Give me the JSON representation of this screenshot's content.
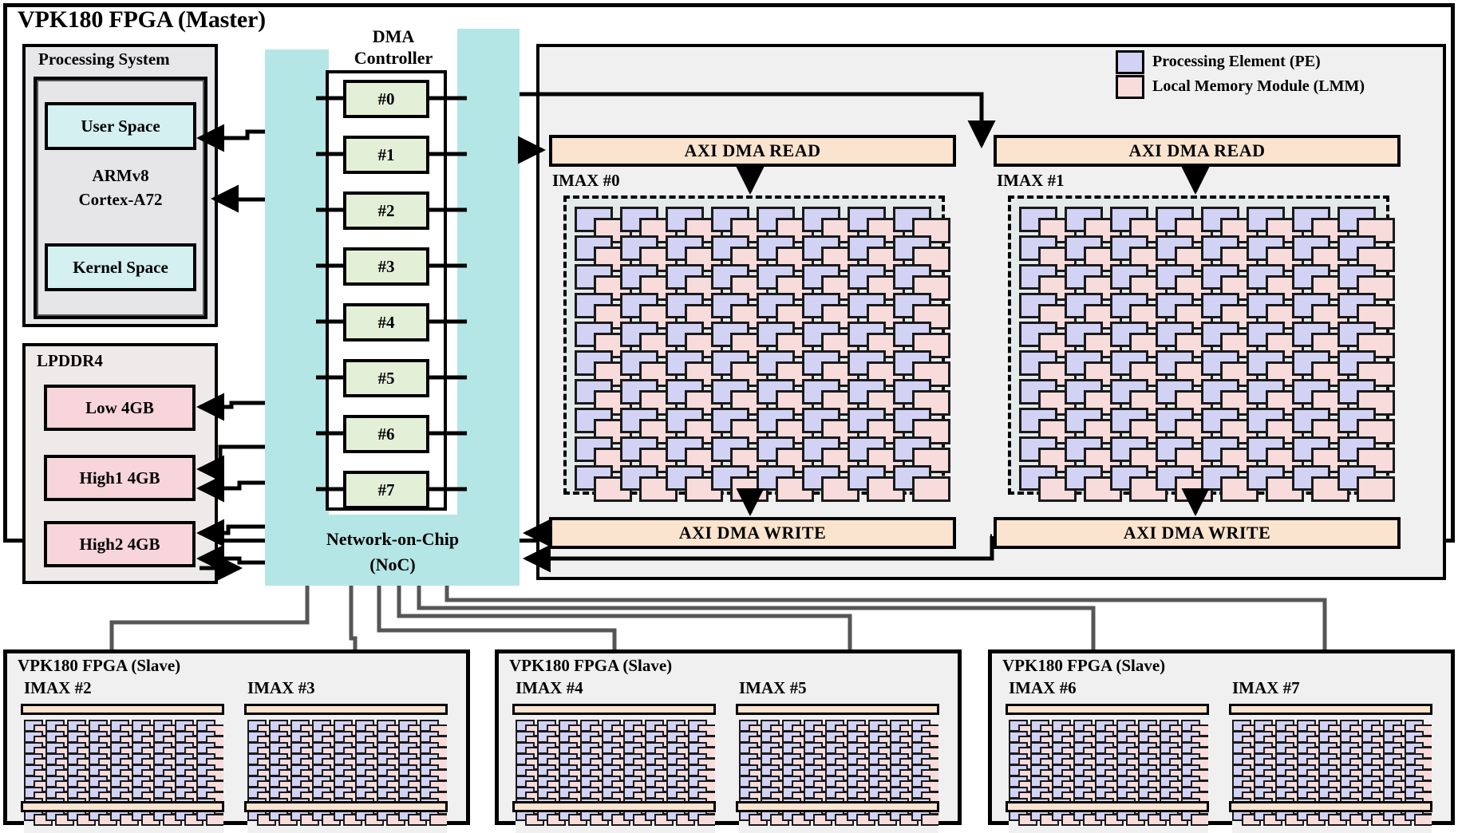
{
  "master": {
    "title": "VPK180 FPGA (Master)",
    "processing_system": {
      "title": "Processing System",
      "user_space": "User Space",
      "cpu_line1": "ARMv8",
      "cpu_line2": "Cortex-A72",
      "kernel_space": "Kernel Space"
    },
    "memory": {
      "title": "LPDDR4",
      "banks": [
        {
          "label": "Low 4GB"
        },
        {
          "label": "High1 4GB"
        },
        {
          "label": "High2 4GB"
        }
      ]
    },
    "dma": {
      "title_line1": "DMA",
      "title_line2": "Controller",
      "channels": [
        "#0",
        "#1",
        "#2",
        "#3",
        "#4",
        "#5",
        "#6",
        "#7"
      ]
    },
    "noc": {
      "label_line1": "Network-on-Chip",
      "label_line2": "(NoC)"
    },
    "legend": [
      {
        "label": "Processing Element (PE)",
        "color": "#d2d2f5"
      },
      {
        "label": "Local Memory Module (LMM)",
        "color": "#f8dcdc"
      }
    ],
    "imax_units": [
      {
        "name": "IMAX #0",
        "dma_read": "AXI DMA READ",
        "dma_write": "AXI DMA WRITE",
        "array": {
          "rows": 10,
          "cols": 8
        }
      },
      {
        "name": "IMAX #1",
        "dma_read": "AXI DMA READ",
        "dma_write": "AXI DMA WRITE",
        "array": {
          "rows": 10,
          "cols": 8
        }
      }
    ]
  },
  "slaves": [
    {
      "title": "VPK180 FPGA (Slave)",
      "units": [
        {
          "name": "IMAX #2",
          "array": {
            "rows": 9,
            "cols": 9
          }
        },
        {
          "name": "IMAX #3",
          "array": {
            "rows": 9,
            "cols": 9
          }
        }
      ]
    },
    {
      "title": "VPK180 FPGA (Slave)",
      "units": [
        {
          "name": "IMAX #4",
          "array": {
            "rows": 9,
            "cols": 9
          }
        },
        {
          "name": "IMAX #5",
          "array": {
            "rows": 9,
            "cols": 9
          }
        }
      ]
    },
    {
      "title": "VPK180 FPGA (Slave)",
      "units": [
        {
          "name": "IMAX #6",
          "array": {
            "rows": 9,
            "cols": 9
          }
        },
        {
          "name": "IMAX #7",
          "array": {
            "rows": 9,
            "cols": 9
          }
        }
      ]
    }
  ],
  "colors": {
    "pe": "#d2d2f5",
    "lmm": "#f8dcdc",
    "noc": "#b5e6e6",
    "dma_channel": "#e4efd8",
    "axi_bar": "#fbe4cf",
    "memory_bank": "#f8d5da",
    "space_box": "#d4f0f0",
    "panel": "#f0f0f0",
    "array_bg": "#e4eaea",
    "wire": "#565656"
  }
}
